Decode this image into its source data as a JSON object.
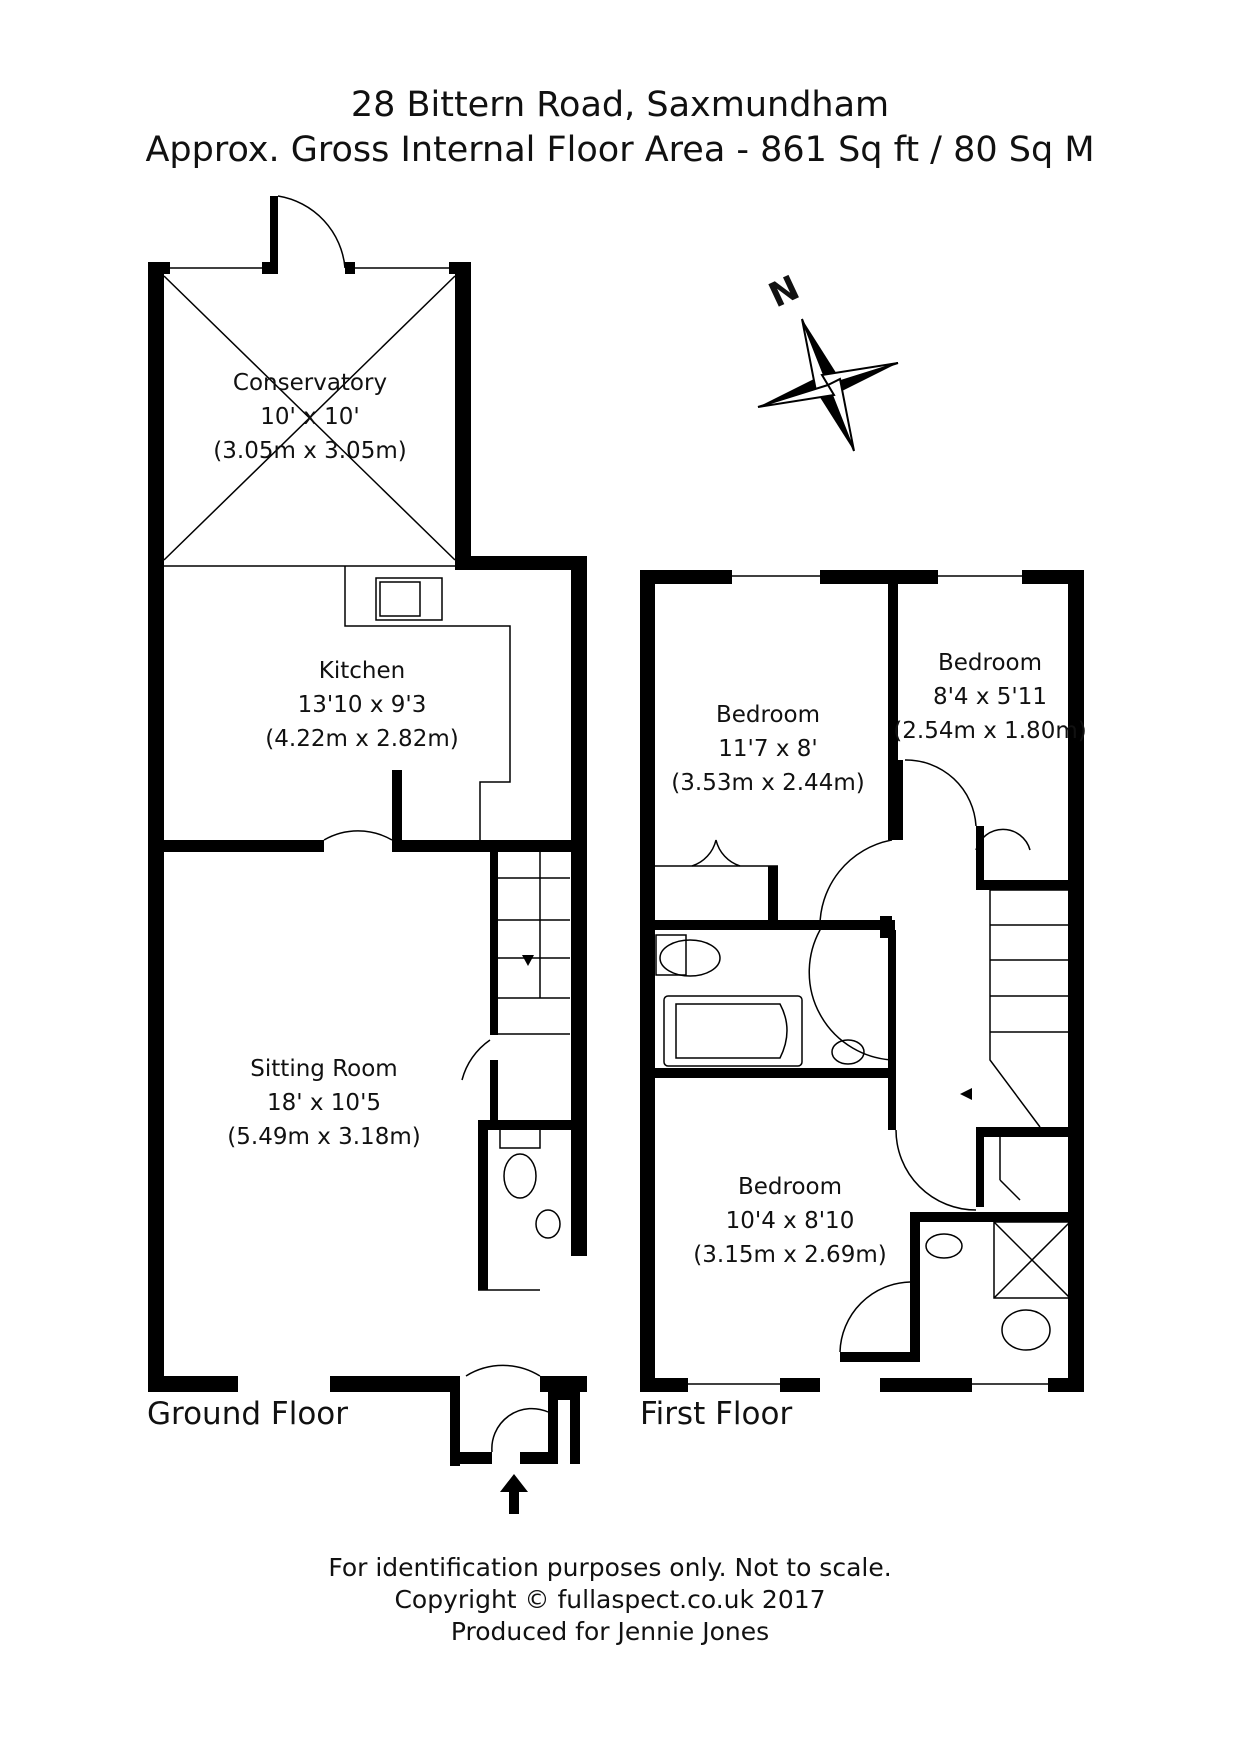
{
  "header": {
    "address": "28 Bittern Road, Saxmundham",
    "area": "Approx. Gross Internal Floor Area - 861 Sq ft / 80 Sq M"
  },
  "compass": {
    "label": "N"
  },
  "ground_floor": {
    "label": "Ground Floor",
    "rooms": [
      {
        "name": "Conservatory",
        "imperial": "10' x 10'",
        "metric": "(3.05m x 3.05m)"
      },
      {
        "name": "Kitchen",
        "imperial": "13'10 x 9'3",
        "metric": "(4.22m x 2.82m)"
      },
      {
        "name": "Sitting Room",
        "imperial": "18' x 10'5",
        "metric": "(5.49m x 3.18m)"
      }
    ]
  },
  "first_floor": {
    "label": "First Floor",
    "rooms": [
      {
        "name": "Bedroom",
        "imperial": "11'7 x 8'",
        "metric": "(3.53m x 2.44m)"
      },
      {
        "name": "Bedroom",
        "imperial": "8'4 x 5'11",
        "metric": "(2.54m x 1.80m)"
      },
      {
        "name": "Bedroom",
        "imperial": "10'4 x 8'10",
        "metric": "(3.15m x 2.69m)"
      }
    ]
  },
  "footer": {
    "line1": "For identification purposes only. Not to scale.",
    "line2": "Copyright © fullaspect.co.uk 2017",
    "line3": "Produced for Jennie Jones"
  }
}
